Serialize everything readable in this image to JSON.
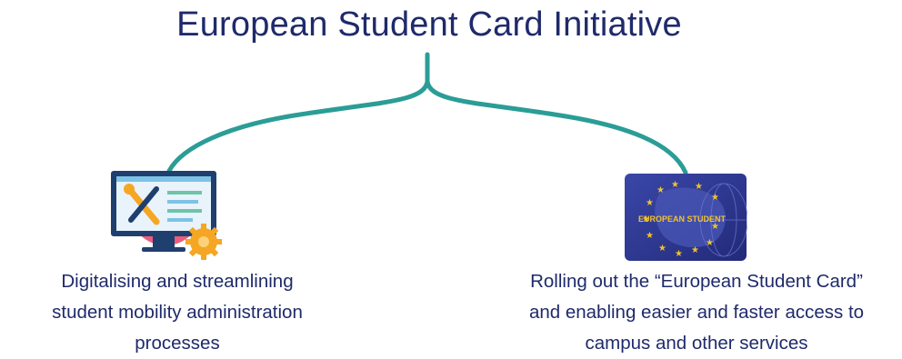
{
  "diagram": {
    "title": "European Student Card Initiative",
    "branches": [
      {
        "icon": "monitor-tools-icon",
        "caption_lines": [
          "Digitalising and streamlining",
          "student mobility administration",
          "processes"
        ]
      },
      {
        "icon": "european-student-card-icon",
        "card_text": "EUROPEAN STUDENT",
        "caption_lines": [
          "Rolling out the “European Student Card”",
          "and enabling easier and faster access to",
          "campus and other services"
        ]
      }
    ],
    "colors": {
      "title": "#1f2a6b",
      "connector": "#2a9d96",
      "card_blue": "#2c3690",
      "accent_pink": "#ec5d7c",
      "gear": "#f5a623"
    }
  }
}
